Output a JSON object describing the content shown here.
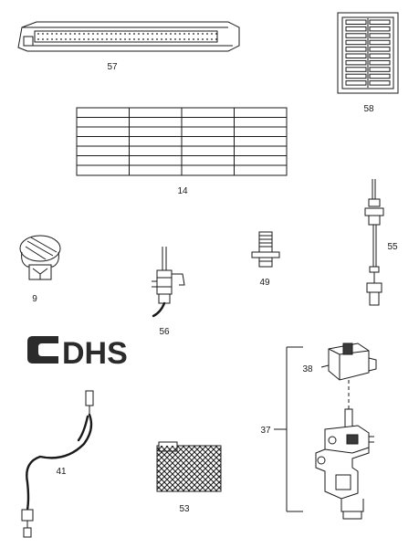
{
  "brand": {
    "logo_text": "DHS",
    "color": "#2b2b2b"
  },
  "parts": [
    {
      "id": "57",
      "label": "57"
    },
    {
      "id": "58",
      "label": "58"
    },
    {
      "id": "14",
      "label": "14"
    },
    {
      "id": "9",
      "label": "9"
    },
    {
      "id": "56",
      "label": "56"
    },
    {
      "id": "49",
      "label": "49"
    },
    {
      "id": "55",
      "label": "55"
    },
    {
      "id": "38",
      "label": "38"
    },
    {
      "id": "37",
      "label": "37"
    },
    {
      "id": "41",
      "label": "41"
    },
    {
      "id": "53",
      "label": "53"
    }
  ]
}
